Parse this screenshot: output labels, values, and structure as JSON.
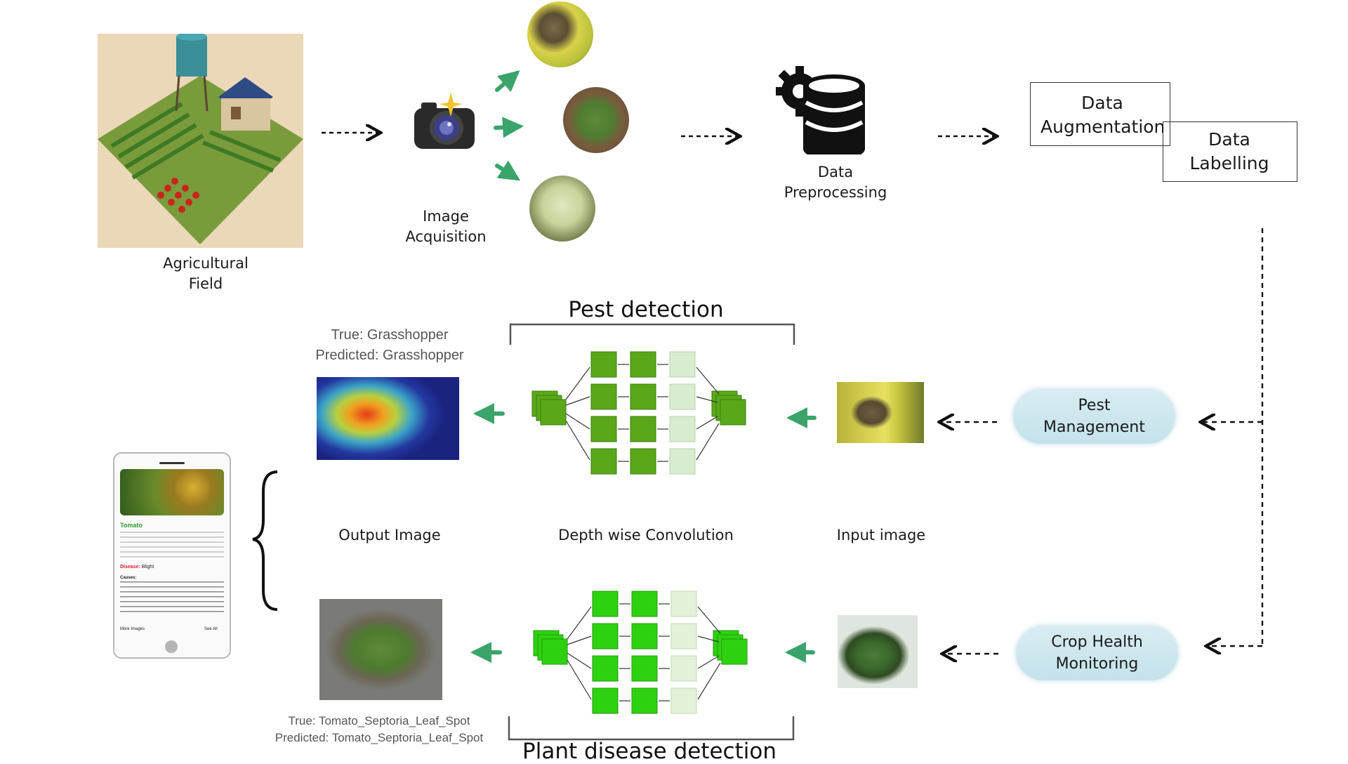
{
  "top": {
    "field_label": "Agricultural\nField",
    "acq_label": "Image\nAcquisition",
    "pre_label": "Data\nPreprocessing",
    "aug_label": "Data\nAugmentation",
    "lab_label": "Data\nLabelling"
  },
  "pest": {
    "title": "Pest detection",
    "caption_true": "True: Grasshopper",
    "caption_pred": "Predicted: Grasshopper",
    "management_label": "Pest\nManagement"
  },
  "middle": {
    "output_label": "Output Image",
    "conv_label": "Depth wise Convolution",
    "input_label": "Input image"
  },
  "disease": {
    "title": "Plant disease detection",
    "caption_true": "True: Tomato_Septoria_Leaf_Spot",
    "caption_pred": "Predicted: Tomato_Septoria_Leaf_Spot",
    "monitoring_label": "Crop Health\nMonitoring"
  },
  "phone": {
    "heading": "Tomato",
    "disease_label": "Disease:",
    "disease_value": "Blight",
    "causes_label": "Causes:",
    "more_label": "More Images",
    "see_all": "See All"
  },
  "colors": {
    "arrow_green": "#3aa46a",
    "block_dark": "#5aa81a",
    "block_bright": "#2ed10f",
    "block_light": "#d8ecd0",
    "pill": "#c9e4ec"
  }
}
